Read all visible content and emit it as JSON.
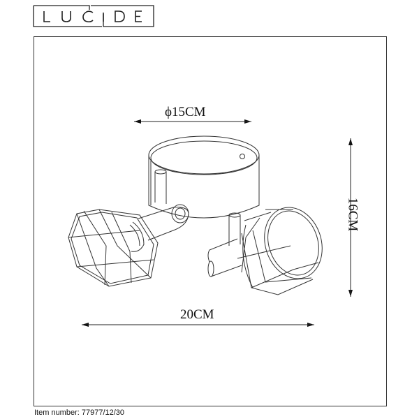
{
  "brand": {
    "logo_letters": [
      "L",
      "U",
      "C",
      "i",
      "D",
      "E"
    ],
    "logo_text": "LUCIDE"
  },
  "drawing": {
    "subject": "two-spot ceiling light with round base and wire cage shades",
    "line_color": "#333333"
  },
  "dimensions": {
    "diameter": "ϕ15CM",
    "height": "16CM",
    "width": "20CM"
  },
  "footer": {
    "item_number": "Item number: 77977/12/30"
  }
}
